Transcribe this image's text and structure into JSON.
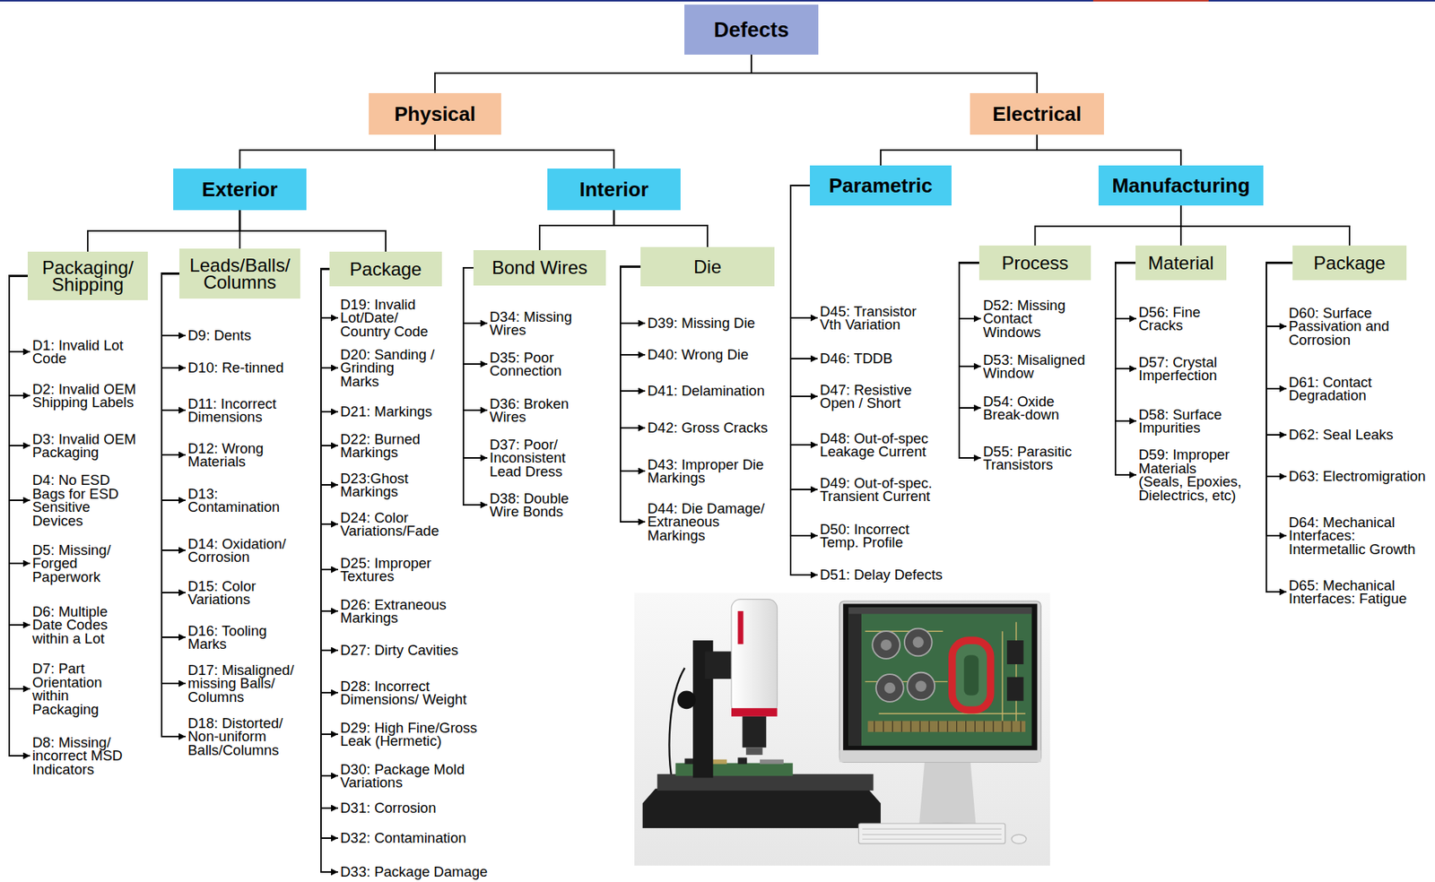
{
  "diagram": {
    "nodes": [
      {
        "text": [
          "Defects"
        ]
      },
      {
        "text": [
          "Physical"
        ]
      },
      {
        "text": [
          "Electrical"
        ]
      },
      {
        "text": [
          "Exterior"
        ]
      },
      {
        "text": [
          "Interior"
        ]
      },
      {
        "text": [
          "Parametric"
        ]
      },
      {
        "text": [
          "Manufacturing"
        ]
      },
      {
        "text": [
          "Packaging/ Shipping"
        ]
      },
      {
        "text": [
          "Leads/Balls/ Columns"
        ]
      },
      {
        "text": [
          "Package"
        ]
      },
      {
        "text": [
          "Bond Wires"
        ]
      },
      {
        "text": [
          "Die"
        ]
      },
      {
        "text": [
          "Process"
        ]
      },
      {
        "text": [
          "Material"
        ]
      },
      {
        "text": [
          "Package"
        ]
      },
      {
        "text": [
          "D1: Invalid Lot Code"
        ]
      },
      {
        "text": [
          "D2: Invalid OEM Shipping Labels"
        ]
      },
      {
        "text": [
          "D3: Invalid OEM Packaging"
        ]
      },
      {
        "text": [
          "D4: No ESD Bags for ESD Sensitive Devices"
        ]
      },
      {
        "text": [
          "D5: Missing/ Forged Paperwork"
        ]
      },
      {
        "text": [
          "D6: Multiple Date Codes within a Lot"
        ]
      },
      {
        "text": [
          "D7: Part Orientation within Packaging"
        ]
      },
      {
        "text": [
          "D8: Missing/ incorrect MSD Indicators"
        ]
      },
      {
        "text": [
          "D9: Dents"
        ]
      },
      {
        "text": [
          "D10: Re-tinned"
        ]
      },
      {
        "text": [
          "D11: Incorrect Dimensions"
        ]
      },
      {
        "text": [
          "D12: Wrong Materials"
        ]
      },
      {
        "text": [
          "D13: Contamination"
        ]
      },
      {
        "text": [
          "D14: Oxidation/ Corrosion"
        ]
      },
      {
        "text": [
          "D15: Color Variations"
        ]
      },
      {
        "text": [
          "D16: Tooling Marks"
        ]
      },
      {
        "text": [
          "D17: Misaligned/ missing Balls/ Columns"
        ]
      },
      {
        "text": [
          "D18: Distorted/ Non-uniform Balls/Columns"
        ]
      },
      {
        "text": [
          "D19: Invalid Lot/Date/ Country Code"
        ]
      },
      {
        "text": [
          "D20: Sanding / Grinding Marks"
        ]
      },
      {
        "text": [
          "D21: Markings"
        ]
      },
      {
        "text": [
          "D22: Burned Markings"
        ]
      },
      {
        "text": [
          "D23:Ghost Markings"
        ]
      },
      {
        "text": [
          "D24: Color Variations/Fade"
        ]
      },
      {
        "text": [
          "D25: Improper Textures"
        ]
      },
      {
        "text": [
          "D26: Extraneous Markings"
        ]
      },
      {
        "text": [
          "D27: Dirty Cavities"
        ]
      },
      {
        "text": [
          "D28: Incorrect Dimensions/ Weight"
        ]
      },
      {
        "text": [
          "D29: High Fine/Gross Leak (Hermetic)"
        ]
      },
      {
        "text": [
          "D30: Package Mold Variations"
        ]
      },
      {
        "text": [
          "D31: Corrosion"
        ]
      },
      {
        "text": [
          "D32: Contamination"
        ]
      },
      {
        "text": [
          "D33: Package Damage"
        ]
      },
      {
        "text": [
          "D34: Missing Wires"
        ]
      },
      {
        "text": [
          "D35: Poor Connection"
        ]
      },
      {
        "text": [
          "D36: Broken Wires"
        ]
      },
      {
        "text": [
          "D37: Poor/ Inconsistent Lead Dress"
        ]
      },
      {
        "text": [
          "D38: Double Wire Bonds"
        ]
      },
      {
        "text": [
          "D39: Missing Die"
        ]
      },
      {
        "text": [
          "D40: Wrong Die"
        ]
      },
      {
        "text": [
          "D41: Delamination"
        ]
      },
      {
        "text": [
          "D42: Gross Cracks"
        ]
      },
      {
        "text": [
          "D43: Improper Die Markings"
        ]
      },
      {
        "text": [
          "D44: Die Damage/ Extraneous Markings"
        ]
      },
      {
        "text": [
          "D45: Transistor Vth Variation"
        ]
      },
      {
        "text": [
          "D46: TDDB"
        ]
      },
      {
        "text": [
          "D47: Resistive Open / Short"
        ]
      },
      {
        "text": [
          "D48: Out-of-spec Leakage Current"
        ]
      },
      {
        "text": [
          "D49: Out-of-spec. Transient Current"
        ]
      },
      {
        "text": [
          "D50: Incorrect Temp. Profile"
        ]
      },
      {
        "text": [
          "D51: Delay Defects"
        ]
      },
      {
        "text": [
          "D52: Missing Contact Windows"
        ]
      },
      {
        "text": [
          "D53: Misaligned Window"
        ]
      },
      {
        "text": [
          "D54: Oxide Break-down"
        ]
      },
      {
        "text": [
          "D55: Parasitic Transistors"
        ]
      },
      {
        "text": [
          "D56: Fine Cracks"
        ]
      },
      {
        "text": [
          "D57: Crystal Imperfection"
        ]
      },
      {
        "text": [
          "D58: Surface Impurities"
        ]
      },
      {
        "text": [
          "D59: Improper Materials (Seals, Epoxies, Dielectrics, etc)"
        ]
      },
      {
        "text": [
          "D60: Surface Passivation and Corrosion"
        ]
      },
      {
        "text": [
          "D61: Contact Degradation"
        ]
      },
      {
        "text": [
          "D62: Seal Leaks"
        ]
      },
      {
        "text": [
          "D63: Electromigration"
        ]
      },
      {
        "text": [
          "D64: Mechanical Interfaces: Intermetallic Growth"
        ]
      },
      {
        "text": [
          "D65: Mechanical Interfaces: Fatigue"
        ]
      }
    ],
    "edges": [
      {
        "from": 0,
        "to": 1,
        "arrow": "none"
      },
      {
        "from": 0,
        "to": 2,
        "arrow": "none"
      },
      {
        "from": 1,
        "to": 3,
        "arrow": "none"
      },
      {
        "from": 1,
        "to": 4,
        "arrow": "none"
      },
      {
        "from": 2,
        "to": 5,
        "arrow": "none"
      },
      {
        "from": 2,
        "to": 6,
        "arrow": "none"
      },
      {
        "from": 3,
        "to": 7,
        "arrow": "none"
      },
      {
        "from": 3,
        "to": 8,
        "arrow": "none"
      },
      {
        "from": 3,
        "to": 9,
        "arrow": "none"
      },
      {
        "from": 4,
        "to": 10,
        "arrow": "none"
      },
      {
        "from": 4,
        "to": 11,
        "arrow": "none"
      },
      {
        "from": 6,
        "to": 12,
        "arrow": "none"
      },
      {
        "from": 6,
        "to": 13,
        "arrow": "none"
      },
      {
        "from": 6,
        "to": 14,
        "arrow": "none"
      },
      {
        "from": 7,
        "to": 15,
        "arrow": "to"
      },
      {
        "from": 7,
        "to": 16,
        "arrow": "to"
      },
      {
        "from": 7,
        "to": 17,
        "arrow": "to"
      },
      {
        "from": 7,
        "to": 18,
        "arrow": "to"
      },
      {
        "from": 7,
        "to": 19,
        "arrow": "to"
      },
      {
        "from": 7,
        "to": 20,
        "arrow": "to"
      },
      {
        "from": 7,
        "to": 21,
        "arrow": "to"
      },
      {
        "from": 7,
        "to": 22,
        "arrow": "to"
      },
      {
        "from": 8,
        "to": 23,
        "arrow": "to"
      },
      {
        "from": 8,
        "to": 24,
        "arrow": "to"
      },
      {
        "from": 8,
        "to": 25,
        "arrow": "to"
      },
      {
        "from": 8,
        "to": 26,
        "arrow": "to"
      },
      {
        "from": 8,
        "to": 27,
        "arrow": "to"
      },
      {
        "from": 8,
        "to": 28,
        "arrow": "to"
      },
      {
        "from": 8,
        "to": 29,
        "arrow": "to"
      },
      {
        "from": 8,
        "to": 30,
        "arrow": "to"
      },
      {
        "from": 8,
        "to": 31,
        "arrow": "to"
      },
      {
        "from": 8,
        "to": 32,
        "arrow": "to"
      },
      {
        "from": 9,
        "to": 33,
        "arrow": "to"
      },
      {
        "from": 9,
        "to": 34,
        "arrow": "to"
      },
      {
        "from": 9,
        "to": 35,
        "arrow": "to"
      },
      {
        "from": 9,
        "to": 36,
        "arrow": "to"
      },
      {
        "from": 9,
        "to": 37,
        "arrow": "to"
      },
      {
        "from": 9,
        "to": 38,
        "arrow": "to"
      },
      {
        "from": 9,
        "to": 39,
        "arrow": "to"
      },
      {
        "from": 9,
        "to": 40,
        "arrow": "to"
      },
      {
        "from": 9,
        "to": 41,
        "arrow": "to"
      },
      {
        "from": 9,
        "to": 42,
        "arrow": "to"
      },
      {
        "from": 9,
        "to": 43,
        "arrow": "to"
      },
      {
        "from": 9,
        "to": 44,
        "arrow": "to"
      },
      {
        "from": 9,
        "to": 45,
        "arrow": "to"
      },
      {
        "from": 9,
        "to": 46,
        "arrow": "to"
      },
      {
        "from": 9,
        "to": 47,
        "arrow": "to"
      },
      {
        "from": 10,
        "to": 48,
        "arrow": "to"
      },
      {
        "from": 10,
        "to": 49,
        "arrow": "to"
      },
      {
        "from": 10,
        "to": 50,
        "arrow": "to"
      },
      {
        "from": 10,
        "to": 51,
        "arrow": "to"
      },
      {
        "from": 10,
        "to": 52,
        "arrow": "to"
      },
      {
        "from": 11,
        "to": 53,
        "arrow": "to"
      },
      {
        "from": 11,
        "to": 54,
        "arrow": "to"
      },
      {
        "from": 11,
        "to": 55,
        "arrow": "to"
      },
      {
        "from": 11,
        "to": 56,
        "arrow": "to"
      },
      {
        "from": 11,
        "to": 57,
        "arrow": "to"
      },
      {
        "from": 11,
        "to": 58,
        "arrow": "to"
      },
      {
        "from": 5,
        "to": 59,
        "arrow": "to"
      },
      {
        "from": 5,
        "to": 60,
        "arrow": "to"
      },
      {
        "from": 5,
        "to": 61,
        "arrow": "to"
      },
      {
        "from": 5,
        "to": 62,
        "arrow": "to"
      },
      {
        "from": 5,
        "to": 63,
        "arrow": "to"
      },
      {
        "from": 5,
        "to": 64,
        "arrow": "to"
      },
      {
        "from": 5,
        "to": 65,
        "arrow": "to"
      },
      {
        "from": 12,
        "to": 66,
        "arrow": "to"
      },
      {
        "from": 12,
        "to": 67,
        "arrow": "to"
      },
      {
        "from": 12,
        "to": 68,
        "arrow": "to"
      },
      {
        "from": 12,
        "to": 69,
        "arrow": "to"
      },
      {
        "from": 13,
        "to": 70,
        "arrow": "to"
      },
      {
        "from": 13,
        "to": 71,
        "arrow": "to"
      },
      {
        "from": 13,
        "to": 72,
        "arrow": "to"
      },
      {
        "from": 13,
        "to": 73,
        "arrow": "to"
      },
      {
        "from": 14,
        "to": 74,
        "arrow": "to"
      },
      {
        "from": 14,
        "to": 75,
        "arrow": "to"
      },
      {
        "from": 14,
        "to": 76,
        "arrow": "to"
      },
      {
        "from": 14,
        "to": 77,
        "arrow": "to"
      },
      {
        "from": 14,
        "to": 78,
        "arrow": "to"
      },
      {
        "from": 14,
        "to": 79,
        "arrow": "to"
      }
    ]
  }
}
